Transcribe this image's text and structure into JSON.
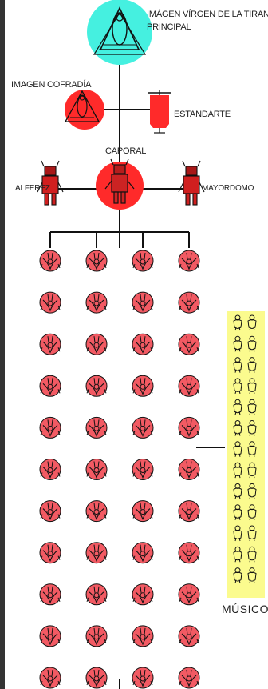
{
  "labels": {
    "virgin_line1": "IMÁGEN VÍRGEN DE LA TIRANA",
    "virgin_line2": "PRINCIPAL",
    "cofradia": "IMAGEN COFRADÍA",
    "estandarte": "ESTANDARTE",
    "caporal": "CAPORAL",
    "alferez": "ALFEREZ",
    "mayordomo": "MAYORDOMO",
    "musicos": "MÚSICOS"
  },
  "colors": {
    "virgin_circle": "#45f0e0",
    "red": "#ff2a2a",
    "dancer_fill": "#f25a63",
    "musicians_bg": "#fbfb8e",
    "line": "#111111"
  },
  "dancers": {
    "columns": 4,
    "rows": 11,
    "icon": "diablo-dancer-mask-icon"
  },
  "musicians": {
    "columns": 2,
    "rows": 13,
    "icon": "musician-icon"
  }
}
